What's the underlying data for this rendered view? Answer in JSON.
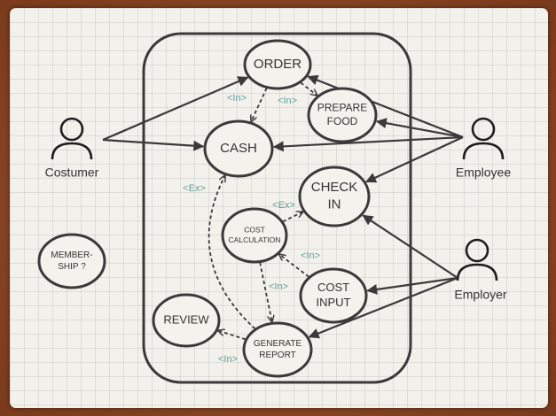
{
  "diagram": {
    "colors": {
      "ink": "#333333",
      "stereotype": "#5f9f9a",
      "paper": "#f3f1ec",
      "frame": "#8a4522"
    },
    "actors": [
      {
        "id": "costumer",
        "label": "Costumer"
      },
      {
        "id": "employee",
        "label": "Employee"
      },
      {
        "id": "employer",
        "label": "Employer"
      }
    ],
    "use_cases": [
      {
        "id": "order",
        "lines": [
          "ORDER"
        ]
      },
      {
        "id": "prepare_food",
        "lines": [
          "PREPARE",
          "FOOD"
        ]
      },
      {
        "id": "cash",
        "lines": [
          "CASH"
        ]
      },
      {
        "id": "check_in",
        "lines": [
          "CHECK",
          "IN"
        ]
      },
      {
        "id": "cost_calculation",
        "lines": [
          "COST",
          "CALCULATION"
        ]
      },
      {
        "id": "cost_input",
        "lines": [
          "COST",
          "INPUT"
        ]
      },
      {
        "id": "review",
        "lines": [
          "REVIEW"
        ]
      },
      {
        "id": "generate_report",
        "lines": [
          "GENERATE",
          "REPORT"
        ]
      },
      {
        "id": "membership",
        "lines": [
          "MEMBER-",
          "SHIP ?"
        ]
      }
    ],
    "associations": [
      {
        "from": "costumer",
        "to": "order"
      },
      {
        "from": "costumer",
        "to": "cash"
      },
      {
        "from": "employee",
        "to": "order"
      },
      {
        "from": "employee",
        "to": "prepare_food"
      },
      {
        "from": "employee",
        "to": "cash"
      },
      {
        "from": "employee",
        "to": "check_in"
      },
      {
        "from": "employer",
        "to": "check_in"
      },
      {
        "from": "employer",
        "to": "cost_input"
      },
      {
        "from": "employer",
        "to": "generate_report"
      }
    ],
    "relations": [
      {
        "from": "order",
        "to": "cash",
        "label": "<In>"
      },
      {
        "from": "order",
        "to": "prepare_food",
        "label": "<In>"
      },
      {
        "from": "generate_report",
        "to": "cash",
        "label": "<Ex>"
      },
      {
        "from": "cost_calculation",
        "to": "check_in",
        "label": "<Ex>"
      },
      {
        "from": "cost_input",
        "to": "cost_calculation",
        "label": "<In>"
      },
      {
        "from": "cost_calculation",
        "to": "generate_report",
        "label": "<In>"
      },
      {
        "from": "generate_report",
        "to": "review",
        "label": "<In>"
      }
    ]
  }
}
